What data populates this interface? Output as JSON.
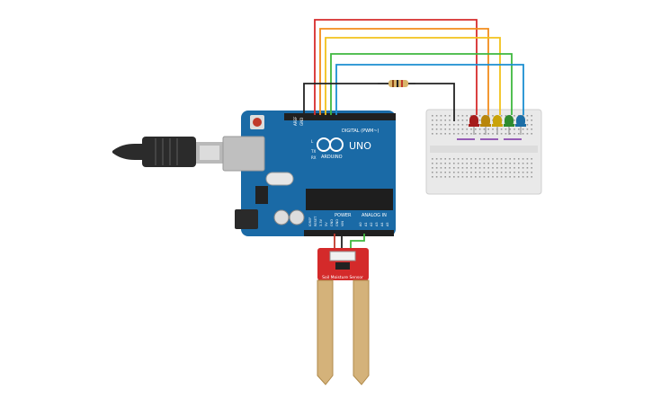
{
  "arduino": {
    "logo_text": "UNO",
    "brand_text": "ARDUINO",
    "digital_label": "DIGITAL (PWM~)",
    "power_label": "POWER",
    "analog_label": "ANALOG IN",
    "aref_label": "AREF",
    "gnd_label": "GND",
    "tx_label": "TX",
    "rx_label": "RX",
    "l_label": "L",
    "power_pins": [
      "IOREF",
      "RESET",
      "3.3V",
      "5V",
      "GND",
      "GND",
      "VIN"
    ],
    "analog_pins": [
      "A0",
      "A1",
      "A2",
      "A3",
      "A4",
      "A5"
    ],
    "board_color": "#1a6aa6"
  },
  "sensor": {
    "label": "Soil Moisture Sensor",
    "board_color": "#d42a2a"
  },
  "wires": {
    "colors": [
      "#d62b2b",
      "#f28c1b",
      "#f2c21b",
      "#3fb83f",
      "#1b8fd1"
    ],
    "ground_color": "#222222",
    "power_color": "#c0392b",
    "signal_color": "#3fb83f"
  },
  "leds": {
    "colors": [
      "#a51c1c",
      "#b8860b",
      "#c9a30a",
      "#2e8b2e",
      "#1c6ea6"
    ]
  }
}
